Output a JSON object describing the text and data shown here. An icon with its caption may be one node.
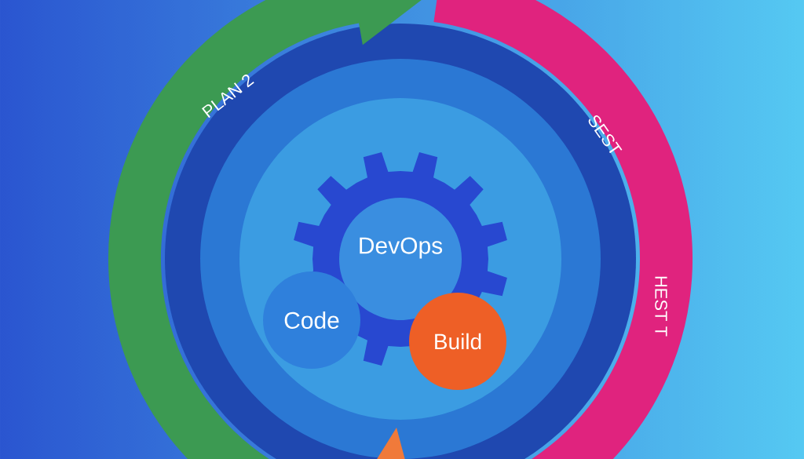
{
  "diagram": {
    "nodes": [
      {
        "text": [
          "PLAN 2"
        ]
      },
      {
        "text": [
          "SEST",
          "HEST T"
        ]
      },
      {
        "text": [
          "DevOps"
        ]
      },
      {
        "text": [
          "Code"
        ]
      },
      {
        "text": [
          "Build"
        ]
      },
      {
        "text": [],
        "shape": "triangle"
      }
    ]
  }
}
